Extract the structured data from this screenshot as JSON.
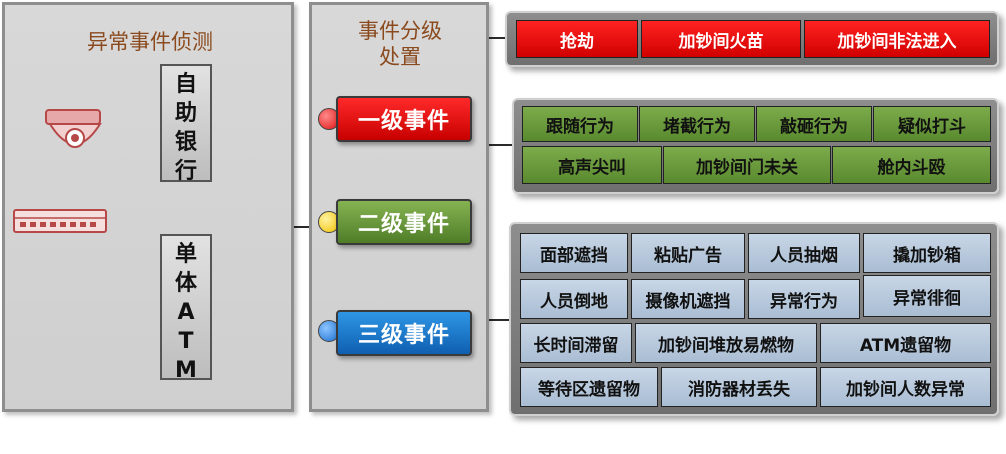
{
  "left_panel": {
    "title": "异常事件侦测",
    "bank_box": [
      "自",
      "助",
      "银",
      "行"
    ],
    "atm_box": [
      "单",
      "体",
      "A",
      "T",
      "M"
    ]
  },
  "middle_panel": {
    "title_line1": "事件分级",
    "title_line2": "处置",
    "levels": [
      {
        "label": "一级事件",
        "dot_color": "#e01010"
      },
      {
        "label": "二级事件",
        "dot_color": "#f0c000"
      },
      {
        "label": "三级事件",
        "dot_color": "#1a6fd0"
      }
    ]
  },
  "level1_events": [
    "抢劫",
    "加钞间火苗",
    "加钞间非法进入"
  ],
  "level2_events": [
    "跟随行为",
    "堵截行为",
    "敲砸行为",
    "疑似打斗",
    "高声尖叫",
    "加钞间门未关",
    "舱内斗殴"
  ],
  "level3_events": [
    "面部遮挡",
    "粘贴广告",
    "人员抽烟",
    "撬加钞箱",
    "人员倒地",
    "摄像机遮挡",
    "异常行为",
    "异常徘徊",
    "长时间滞留",
    "加钞间堆放易燃物",
    "ATM遗留物",
    "等待区遗留物",
    "消防器材丢失",
    "加钞间人数异常"
  ],
  "colors": {
    "level1": "#e01010",
    "level2": "#5a8a2f",
    "level3": "#0f5fb0",
    "connector_brown": "#8a4a1e",
    "connector_dark": "#2a2a2a"
  },
  "icons": {
    "camera": "dome-camera-icon",
    "recorder": "network-video-recorder-icon"
  }
}
